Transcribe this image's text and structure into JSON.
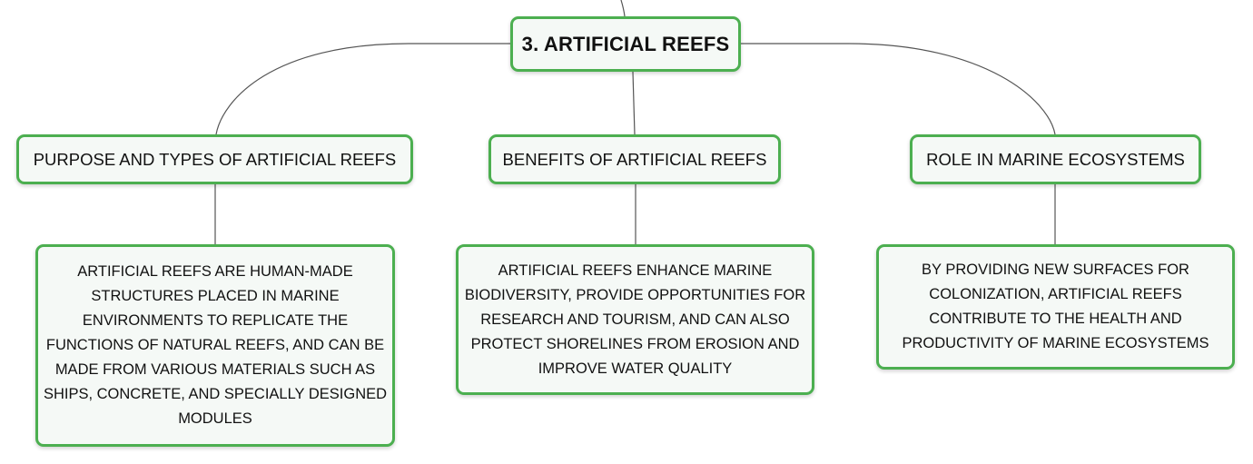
{
  "root": {
    "label": "3. ARTIFICIAL REEFS"
  },
  "branches": [
    {
      "label": "PURPOSE AND TYPES OF ARTIFICIAL REEFS",
      "detail": "ARTIFICIAL REEFS ARE HUMAN-MADE STRUCTURES PLACED IN MARINE ENVIRONMENTS TO REPLICATE THE FUNCTIONS OF NATURAL REEFS, AND CAN BE MADE FROM VARIOUS MATERIALS SUCH AS SHIPS, CONCRETE, AND SPECIALLY DESIGNED MODULES"
    },
    {
      "label": "BENEFITS OF ARTIFICIAL REEFS",
      "detail": "ARTIFICIAL REEFS ENHANCE MARINE BIODIVERSITY, PROVIDE OPPORTUNITIES FOR RESEARCH AND TOURISM, AND CAN ALSO PROTECT SHORELINES FROM EROSION AND IMPROVE WATER QUALITY"
    },
    {
      "label": "ROLE IN MARINE ECOSYSTEMS",
      "detail": "BY PROVIDING NEW SURFACES FOR COLONIZATION, ARTIFICIAL REEFS CONTRIBUTE TO THE HEALTH AND PRODUCTIVITY OF MARINE ECOSYSTEMS"
    }
  ],
  "colors": {
    "node_border": "#4caf50",
    "node_fill": "#f5f9f6",
    "connector": "#555555"
  }
}
